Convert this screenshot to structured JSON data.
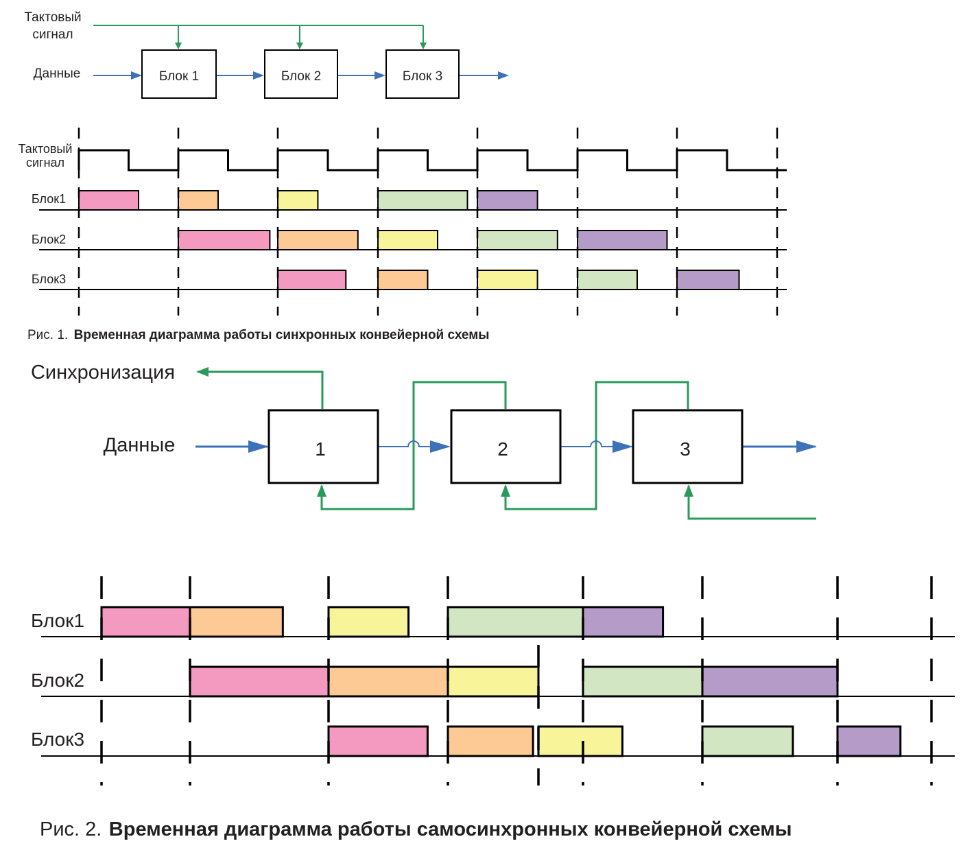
{
  "colors": {
    "clock": "#2a9a5a",
    "data": "#3e72b8",
    "black": "#000000",
    "pink": "#f49ac1",
    "orange": "#fdc994",
    "yellow": "#f7f49a",
    "green": "#d3e6c3",
    "purple": "#b49bc8"
  },
  "fig1": {
    "clock_label": [
      "Тактовый",
      "сигнал"
    ],
    "data_label": "Данные",
    "blocks": [
      "Блок 1",
      "Блок 2",
      "Блок 3"
    ],
    "timing": {
      "clock_label": [
        "Тактовый",
        "сигнал"
      ],
      "rows": [
        {
          "label": "Блок1",
          "segments": [
            {
              "start": 0,
              "end": 0.6,
              "color": "pink"
            },
            {
              "start": 1,
              "end": 1.4,
              "color": "orange"
            },
            {
              "start": 2,
              "end": 2.4,
              "color": "yellow"
            },
            {
              "start": 3,
              "end": 3.9,
              "color": "green"
            },
            {
              "start": 4,
              "end": 4.6,
              "color": "purple"
            }
          ]
        },
        {
          "label": "Блок2",
          "segments": [
            {
              "start": 1,
              "end": 1.92,
              "color": "pink"
            },
            {
              "start": 2,
              "end": 2.8,
              "color": "orange"
            },
            {
              "start": 3,
              "end": 3.6,
              "color": "yellow"
            },
            {
              "start": 4,
              "end": 4.8,
              "color": "green"
            },
            {
              "start": 5,
              "end": 5.9,
              "color": "purple"
            }
          ]
        },
        {
          "label": "Блок3",
          "segments": [
            {
              "start": 2,
              "end": 2.68,
              "color": "pink"
            },
            {
              "start": 3,
              "end": 3.5,
              "color": "orange"
            },
            {
              "start": 4,
              "end": 4.6,
              "color": "yellow"
            },
            {
              "start": 5,
              "end": 5.6,
              "color": "green"
            },
            {
              "start": 6,
              "end": 6.62,
              "color": "purple"
            }
          ]
        }
      ]
    },
    "caption_num": "Рис. 1.",
    "caption_text": "Временная диаграмма работы синхронных конвейерной схемы"
  },
  "fig2": {
    "sync_label": "Синхронизация",
    "data_label": "Данные",
    "blocks": [
      "1",
      "2",
      "3"
    ],
    "timing": {
      "rows": [
        {
          "label": "Блок1",
          "segments": [
            {
              "start": 0,
              "end": 1,
              "color": "pink"
            },
            {
              "start": 1,
              "end": 1.67,
              "color": "orange"
            },
            {
              "start": 2,
              "end": 2.67,
              "color": "yellow"
            },
            {
              "start": 3,
              "end": 4,
              "color": "green"
            },
            {
              "start": 4,
              "end": 4.67,
              "color": "purple"
            }
          ]
        },
        {
          "label": "Блок2",
          "segments": [
            {
              "start": 1,
              "end": 2,
              "color": "pink"
            },
            {
              "start": 2,
              "end": 3,
              "color": "orange"
            },
            {
              "start": 3,
              "end": 3.67,
              "color": "yellow"
            },
            {
              "start": 4,
              "end": 5,
              "color": "green"
            },
            {
              "start": 5,
              "end": 6,
              "color": "purple"
            }
          ]
        },
        {
          "label": "Блок3",
          "segments": [
            {
              "start": 2,
              "end": 2.83,
              "color": "pink"
            },
            {
              "start": 3,
              "end": 3.63,
              "color": "orange"
            },
            {
              "start": 3.67,
              "end": 4.33,
              "color": "yellow"
            },
            {
              "start": 5,
              "end": 5.67,
              "color": "green"
            },
            {
              "start": 6,
              "end": 6.67,
              "color": "purple"
            }
          ]
        }
      ]
    },
    "caption_num": "Рис. 2.",
    "caption_text": "Временная диаграмма работы самосинхронных конвейерной схемы"
  }
}
